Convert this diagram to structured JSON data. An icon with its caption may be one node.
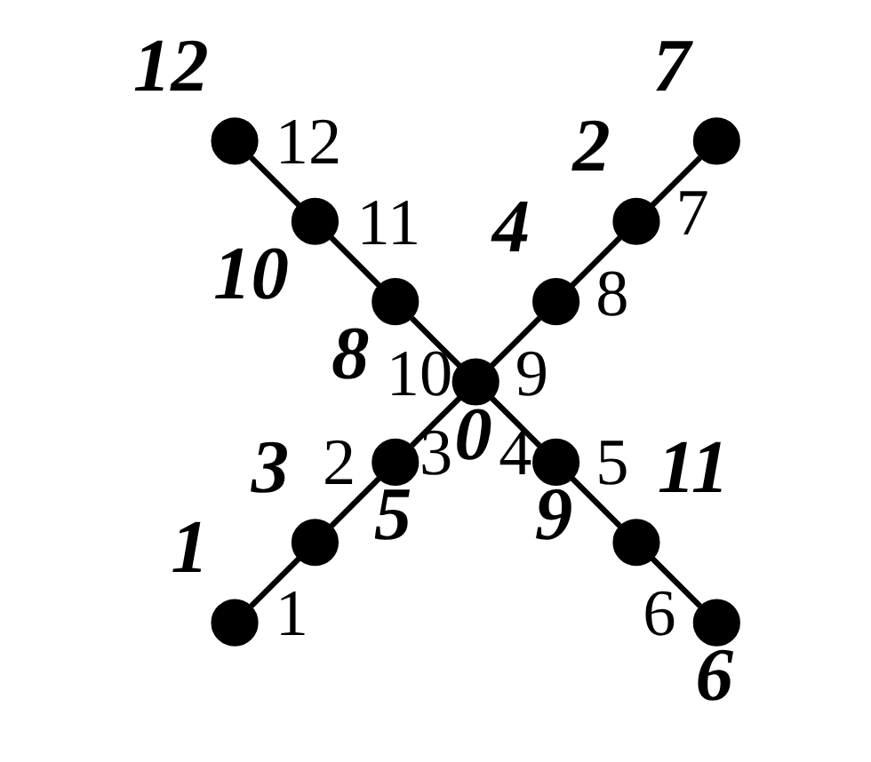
{
  "diagram": {
    "nodes": [
      {
        "text": [],
        "shape": "circle",
        "beside": [
          "7"
        ]
      },
      {
        "text": [],
        "shape": "circle",
        "beside": [
          "12"
        ]
      },
      {
        "text": [],
        "shape": "circle",
        "beside": [
          "2"
        ]
      },
      {
        "text": [],
        "shape": "circle",
        "beside": [
          "10"
        ]
      },
      {
        "text": [],
        "shape": "circle",
        "beside": [
          "4"
        ]
      },
      {
        "text": [],
        "shape": "circle",
        "beside": [
          "8"
        ]
      },
      {
        "text": [],
        "shape": "circle",
        "beside": [
          "0"
        ]
      },
      {
        "text": [],
        "shape": "circle",
        "beside": [
          "5"
        ]
      },
      {
        "text": [],
        "shape": "circle",
        "beside": [
          "9"
        ]
      },
      {
        "text": [],
        "shape": "circle",
        "beside": [
          "3"
        ]
      },
      {
        "text": [],
        "shape": "circle",
        "beside": [
          "11"
        ]
      },
      {
        "text": [],
        "shape": "circle",
        "beside": [
          "6"
        ]
      },
      {
        "text": [],
        "shape": "circle",
        "beside": [
          "1"
        ]
      }
    ],
    "edges": [
      {
        "from": 6,
        "to": 4,
        "arrow": "none",
        "label": "9"
      },
      {
        "from": 4,
        "to": 2,
        "arrow": "none",
        "label": "8"
      },
      {
        "from": 2,
        "to": 0,
        "arrow": "none",
        "label": "7"
      },
      {
        "from": 6,
        "to": 5,
        "arrow": "none",
        "label": "10"
      },
      {
        "from": 5,
        "to": 3,
        "arrow": "none",
        "label": "11"
      },
      {
        "from": 3,
        "to": 1,
        "arrow": "none",
        "label": "12"
      },
      {
        "from": 6,
        "to": 8,
        "arrow": "none",
        "label": "4"
      },
      {
        "from": 8,
        "to": 10,
        "arrow": "none",
        "label": "5"
      },
      {
        "from": 10,
        "to": 11,
        "arrow": "none",
        "label": "6"
      },
      {
        "from": 6,
        "to": 7,
        "arrow": "none",
        "label": "3"
      },
      {
        "from": 7,
        "to": 9,
        "arrow": "none",
        "label": "2"
      },
      {
        "from": 9,
        "to": 12,
        "arrow": "none",
        "label": "1"
      }
    ]
  }
}
